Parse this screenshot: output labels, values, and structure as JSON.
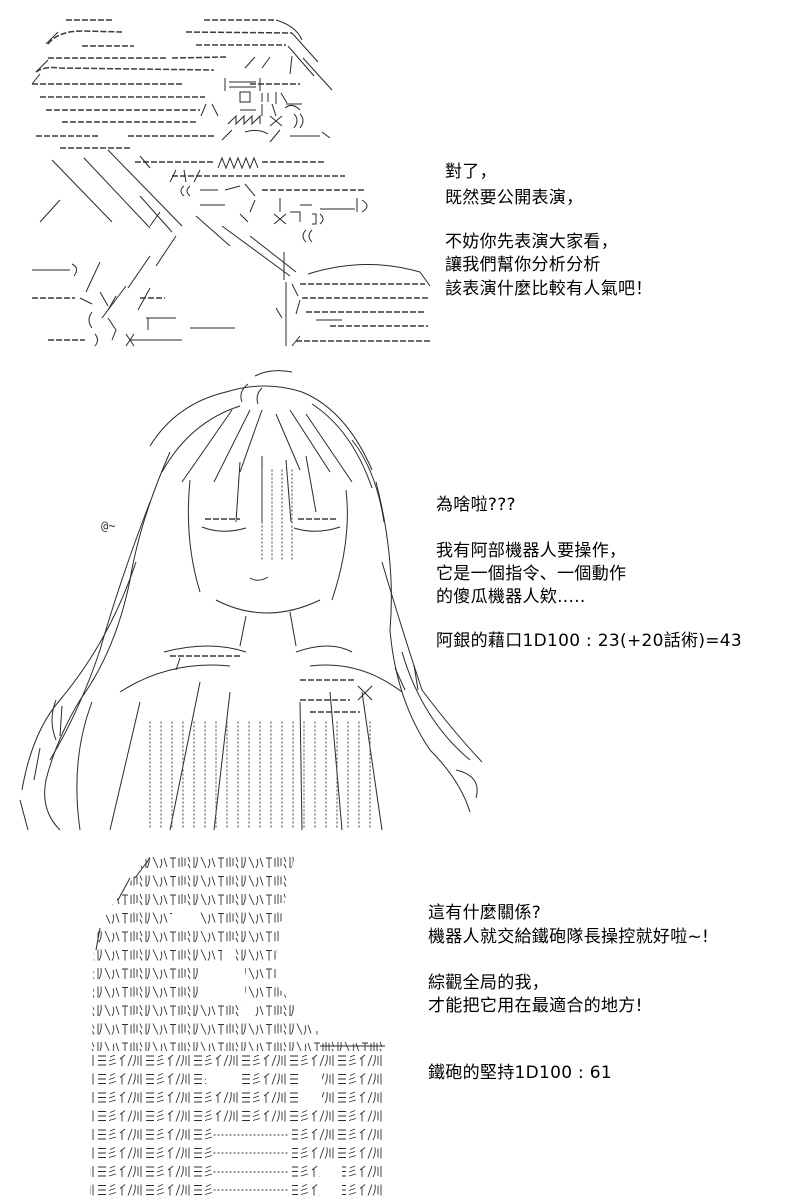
{
  "panels": [
    {
      "lines": [
        "對了，",
        "既然要公開表演，",
        "不妨你先表演大家看，",
        "讓我們幫你分析分析",
        "該表演什麼比較有人氣吧！"
      ]
    },
    {
      "lines": [
        "為啥啦???",
        "我有阿部機器人要操作，",
        "它是一個指令、一個動作",
        "的傻瓜機器人欸.....",
        "阿銀的藉口1D100 : 23(+20話術)=43"
      ]
    },
    {
      "lines": [
        "這有什麼關係?",
        "機器人就交給鐵砲隊長操控就好啦~!",
        "綜觀全局的我，",
        "才能把它用在最適合的地方!",
        "鐵砲的堅持1D100 : 61"
      ]
    }
  ],
  "art": {
    "sound_effect": "@~"
  },
  "colors": {
    "background": "#ffffff",
    "text": "#000000",
    "ink": "#2a2a2a"
  }
}
